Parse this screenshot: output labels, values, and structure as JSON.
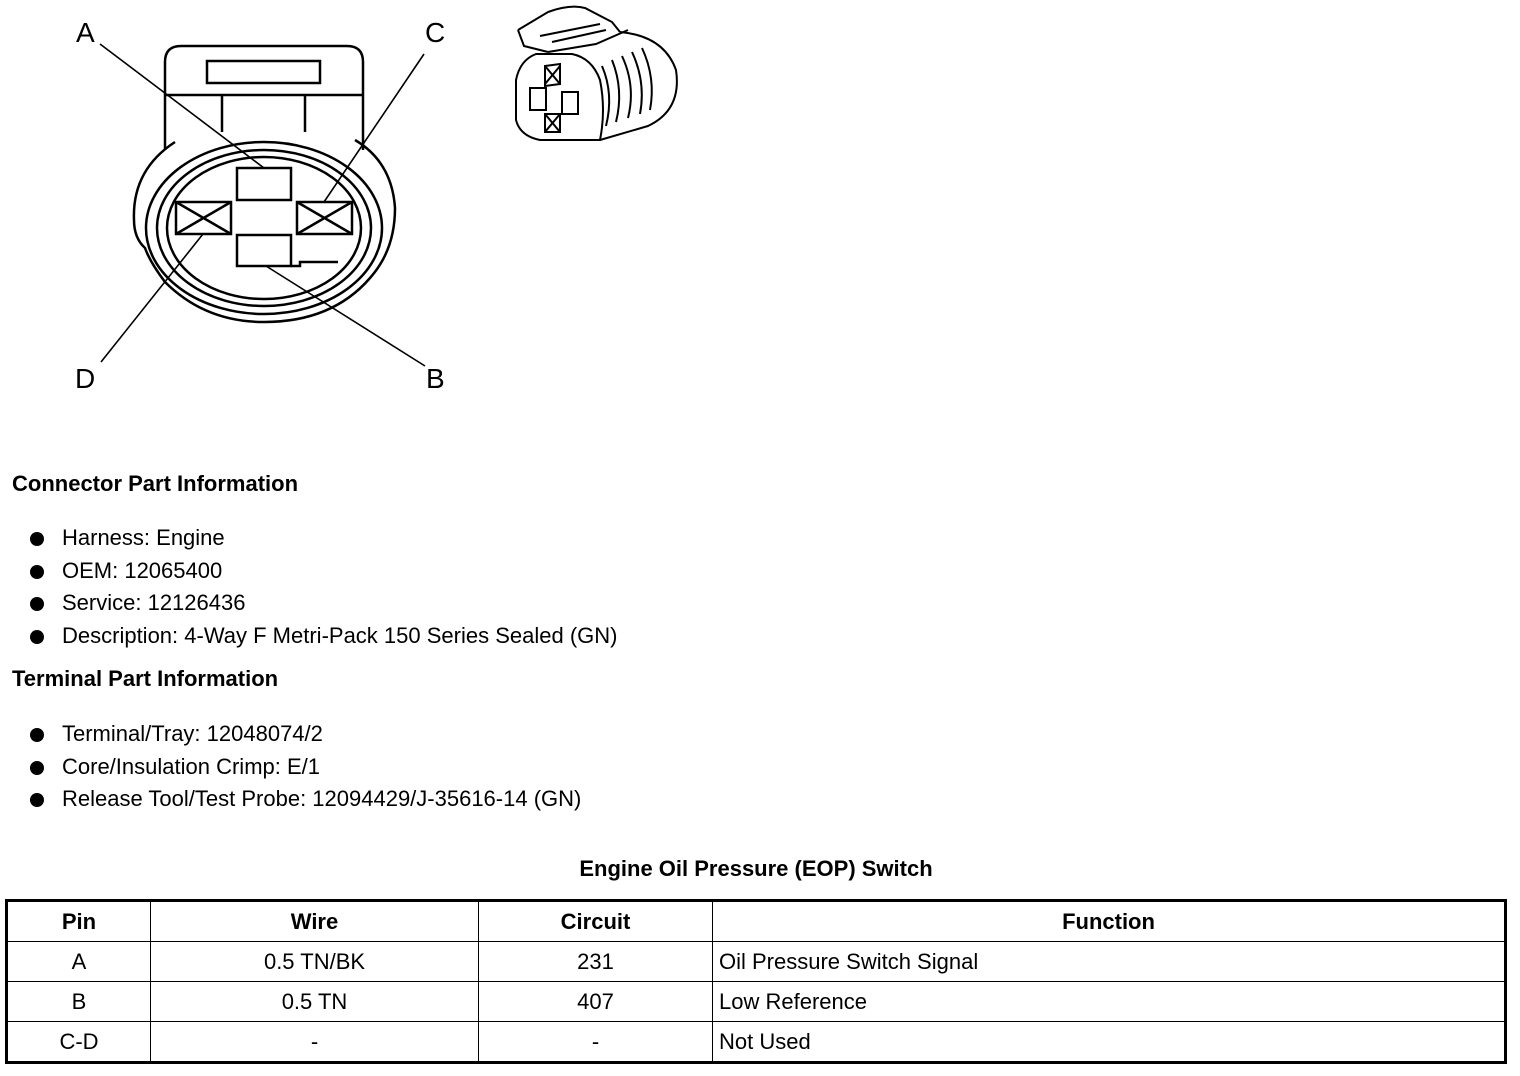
{
  "diagram": {
    "pin_labels": {
      "a": "A",
      "b": "B",
      "c": "C",
      "d": "D"
    }
  },
  "connector_part_info": {
    "title": "Connector Part Information",
    "items": [
      "Harness: Engine",
      "OEM: 12065400",
      "Service: 12126436",
      "Description: 4-Way F Metri-Pack 150 Series Sealed (GN)"
    ]
  },
  "terminal_part_info": {
    "title": "Terminal Part Information",
    "items": [
      "Terminal/Tray: 12048074/2",
      "Core/Insulation Crimp: E/1",
      "Release Tool/Test Probe: 12094429/J-35616-14 (GN)"
    ]
  },
  "table": {
    "title": "Engine Oil Pressure (EOP) Switch",
    "headers": [
      "Pin",
      "Wire",
      "Circuit",
      "Function"
    ],
    "rows": [
      [
        "A",
        "0.5 TN/BK",
        "231",
        "Oil Pressure Switch Signal"
      ],
      [
        "B",
        "0.5 TN",
        "407",
        "Low Reference"
      ],
      [
        "C-D",
        "-",
        "-",
        "Not Used"
      ]
    ]
  }
}
